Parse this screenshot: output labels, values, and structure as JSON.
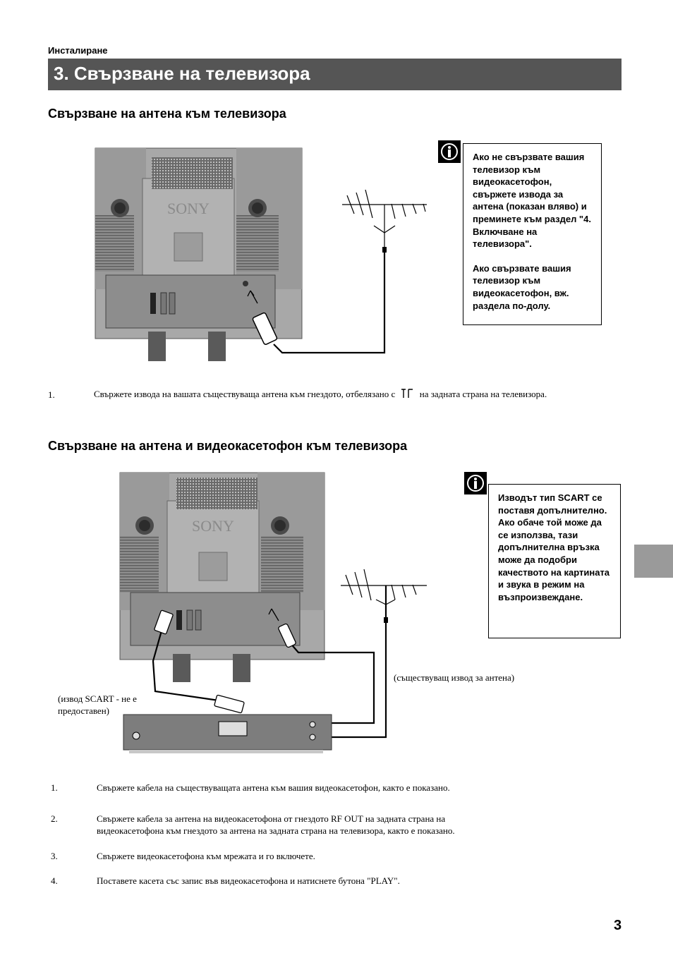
{
  "header": {
    "section_label": "Инсталиране",
    "title": "3. Свързване на телевизора"
  },
  "section1": {
    "heading": "Свързване на антена към телевизора",
    "figure": {
      "brand_text": "SONY"
    },
    "note": {
      "icon": "info-icon",
      "paragraph1": "Ако не свързвате вашия телевизор към видеокасетофон, свържете извода за антена (показан вляво) и преминете към раздел \"4. Включване на телевизора\".",
      "paragraph2": "Ако свързвате вашия телевизор към видеокасетофон, вж. раздела по-долу."
    },
    "steps": [
      {
        "num": "1.",
        "text_before": "Свържете извода на вашата съществуваща антена към гнездото, отбелязано с",
        "symbol": "antenna-jack-icon",
        "text_after": "на задната страна на телевизора."
      }
    ]
  },
  "section2": {
    "heading": "Свързване на антена и видеокасетофон към телевизора",
    "figure": {
      "brand_text": "SONY",
      "label_antenna": "(съществуващ извод за антена)",
      "label_scart": "(извод SCART - не е предоставен)"
    },
    "note": {
      "icon": "info-icon",
      "text": "Изводът тип SCART се поставя допълнително.  Ако обаче той може да се използва, тази допълнителна връзка може да подобри качеството на картината и звука в режим на възпроизвеждане."
    },
    "steps": [
      {
        "num": "1.",
        "text": "Свържете кабела на съществуващата антена към вашия видеокасетофон, както е показано."
      },
      {
        "num": "2.",
        "text": "Свържете кабела за антена на видеокасетофона от гнездото RF OUT на задната страна на видеокасетофона към гнездото за антена на задната страна на телевизора, както е показано."
      },
      {
        "num": "3.",
        "text": "Свържете видеокасетофона към мрежата и го включете."
      },
      {
        "num": "4.",
        "text": "Поставете касета със запис във видеокасетофона и натиснете бутона \"PLAY\"."
      }
    ]
  },
  "footer": {
    "page_number": "3"
  },
  "colors": {
    "title_bar": "#555555",
    "side_tab": "#9a9a9a",
    "tv_body": "#9d9d9d"
  }
}
